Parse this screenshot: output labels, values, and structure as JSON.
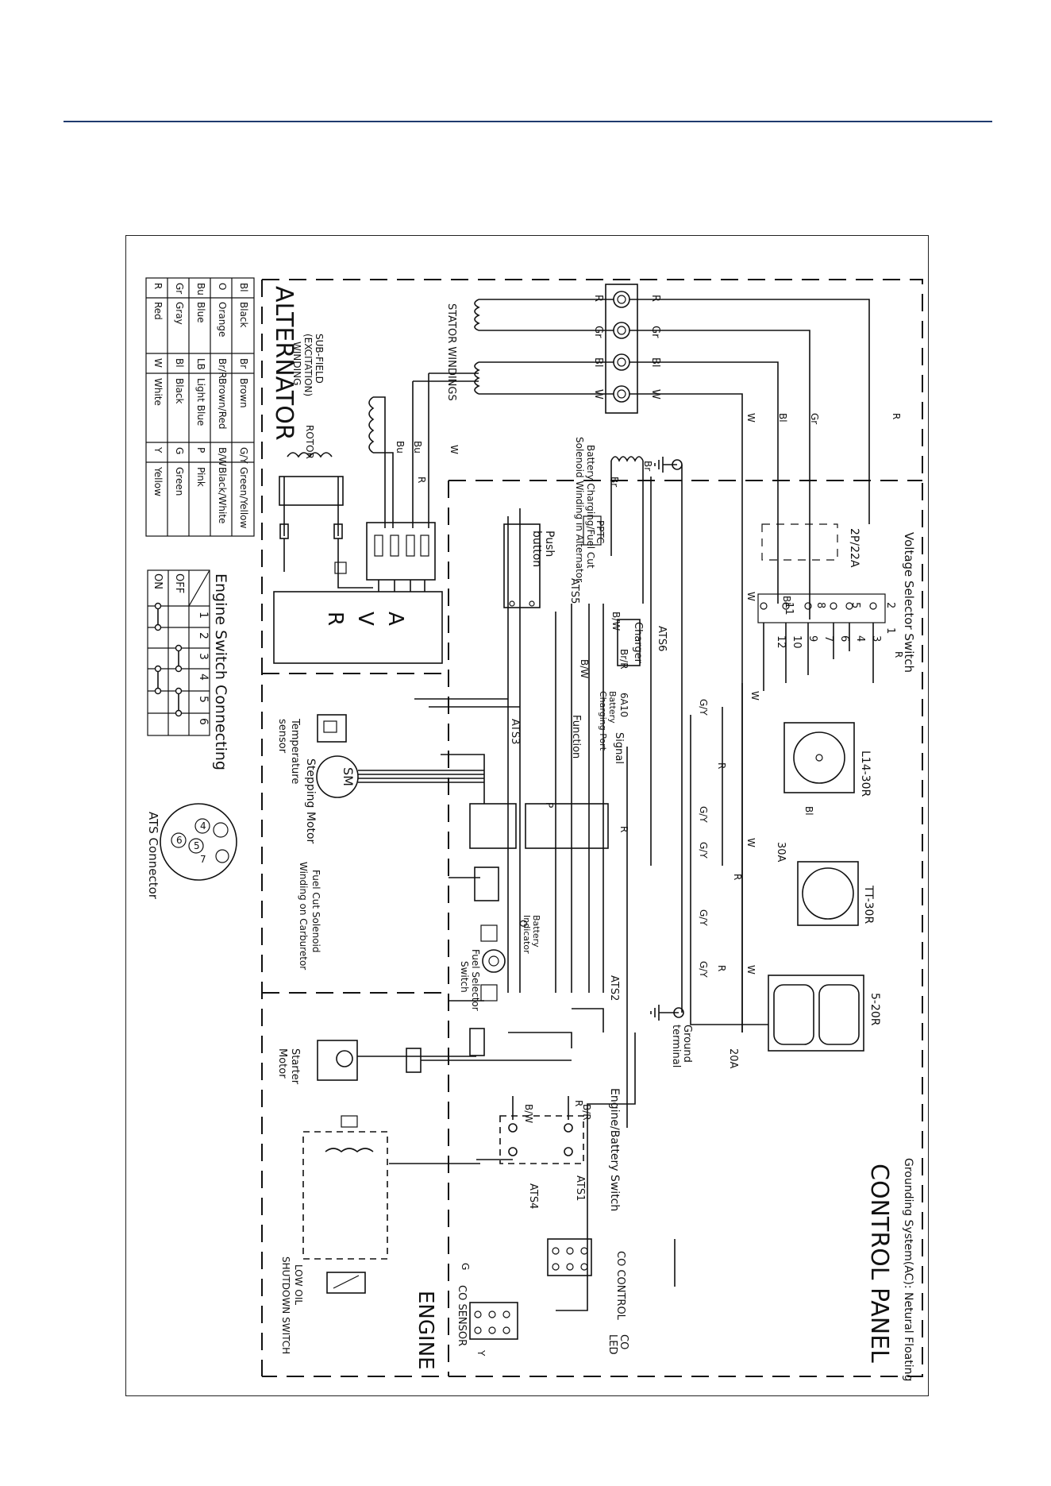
{
  "sections": {
    "alternator": "ALTERNATOR",
    "control_panel": "CONTROL PANEL",
    "engine": "ENGINE",
    "grounding": "Grounding System(AC): Netural Floating"
  },
  "color_legend": {
    "rows": [
      [
        [
          "Bl",
          "Black"
        ],
        [
          "Br",
          "Brown"
        ],
        [
          "G/Y",
          "Green/Yellow"
        ]
      ],
      [
        [
          "O",
          "Orange"
        ],
        [
          "Br/R",
          "Brown/Red"
        ],
        [
          "B/W",
          "Black/White"
        ]
      ],
      [
        [
          "Bu",
          "Blue"
        ],
        [
          "LB",
          "Light Blue"
        ],
        [
          "P",
          "Pink"
        ]
      ],
      [
        [
          "Gr",
          "Gray"
        ],
        [
          "Bl",
          "Black"
        ],
        [
          "G",
          "Green"
        ]
      ],
      [
        [
          "R",
          "Red"
        ],
        [
          "W",
          "White"
        ],
        [
          "Y",
          "Yellow"
        ]
      ]
    ]
  },
  "engine_switch": {
    "title": "Engine Switch Connecting",
    "states": [
      "OFF",
      "ON"
    ],
    "terminals": [
      "1",
      "2",
      "3",
      "4",
      "5",
      "6"
    ]
  },
  "ats_connector": {
    "label": "ATS Connector",
    "pins": [
      "4",
      "5",
      "6",
      "7"
    ]
  },
  "components": {
    "stator": "STATOR WINDINGS",
    "subfield": [
      "SUB-FIELD",
      "(EXCITATION)",
      "WINDING"
    ],
    "rotor": "ROTOR",
    "avr": [
      "A",
      "V",
      "R"
    ],
    "voltage_selector": "Voltage Selector Switch",
    "breaker_2p": "2P/22A",
    "l14": "L14-30R",
    "tt30": "TT-30R",
    "breaker_30a": "30A",
    "r520": "5-20R",
    "breaker_20a": "20A",
    "ground_terminal": [
      "Ground",
      "terminal"
    ],
    "battery_charging": [
      "Battery Charging/Fuel Cut",
      "Solenoid Winding in Alternator"
    ],
    "ptc": "PPTC",
    "push_button": [
      "Push",
      "button"
    ],
    "charger": "Charger",
    "fuse": "6A10",
    "charging_port": [
      "Battery",
      "Charging Port"
    ],
    "signal_function": [
      "Signal",
      "Function"
    ],
    "temp_sensor": [
      "Temperature",
      "sensor"
    ],
    "stepping_motor": "Stepping Motor",
    "sm": "SM",
    "fuel_solenoid": [
      "Fuel Cut Solenoid",
      "Winding on Carburetor"
    ],
    "battery_indicator": [
      "Battery",
      "Indicator"
    ],
    "fuel_selector": [
      "Fuel Selector",
      "Switch"
    ],
    "starter": [
      "Starter",
      "Motor"
    ],
    "engine_battery_switch": "Engine/Battery Switch",
    "co_control": "CO CONTROL",
    "co_sensor": "CO SENSOR",
    "co_led": [
      "CO",
      "LED"
    ],
    "low_oil": [
      "LOW OIL",
      "SHUTDOWN SWITCH"
    ],
    "ats": [
      "ATS1",
      "ATS2",
      "ATS3",
      "ATS4",
      "ATS5",
      "ATS6"
    ]
  },
  "wire_labels": {
    "stator_terms": [
      "R",
      "Gr",
      "Bl",
      "W"
    ],
    "selector_terms": [
      "2",
      "5",
      "8",
      "11",
      "1",
      "3",
      "4",
      "6",
      "7",
      "9",
      "10",
      "12"
    ],
    "common": [
      "R",
      "W",
      "Bl",
      "Gr",
      "Bu",
      "Br",
      "G/Y",
      "B/W",
      "Br/R",
      "B/R",
      "P",
      "G",
      "Y",
      "O"
    ]
  },
  "colors": {
    "line": "#111111",
    "rule": "#1f3a6e"
  }
}
